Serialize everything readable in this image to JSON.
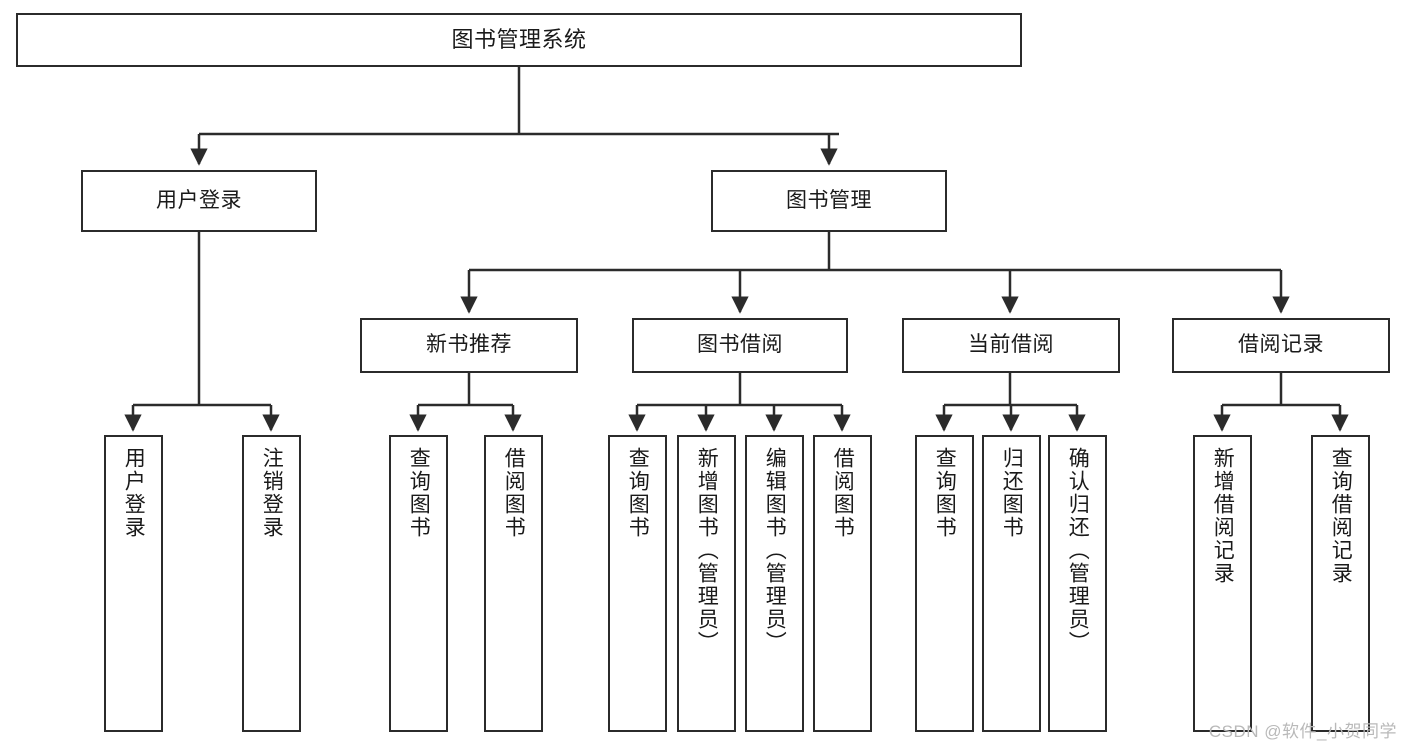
{
  "diagram": {
    "title": "图书管理系统",
    "type": "hierarchy-tree",
    "levels": 4,
    "colors": {
      "box_border": "#2b2b2b",
      "box_fill": "#ffffff",
      "connector": "#2b2b2b",
      "background": "#ffffff",
      "watermark": "#b9b9b9"
    }
  },
  "root": {
    "label": "图书管理系统"
  },
  "level2": [
    {
      "label": "用户登录"
    },
    {
      "label": "图书管理"
    }
  ],
  "level3": [
    {
      "label": "新书推荐"
    },
    {
      "label": "图书借阅"
    },
    {
      "label": "当前借阅"
    },
    {
      "label": "借阅记录"
    }
  ],
  "leaves": {
    "user_login": [
      {
        "label": "用户登录"
      },
      {
        "label": "注销登录"
      }
    ],
    "new_book_recommend": [
      {
        "label": "查询图书"
      },
      {
        "label": "借阅图书"
      }
    ],
    "book_borrow": [
      {
        "label": "查询图书"
      },
      {
        "label": "新增图书（管理员）"
      },
      {
        "label": "编辑图书（管理员）"
      },
      {
        "label": "借阅图书"
      }
    ],
    "current_borrow": [
      {
        "label": "查询图书"
      },
      {
        "label": "归还图书"
      },
      {
        "label": "确认归还（管理员）"
      }
    ],
    "borrow_record": [
      {
        "label": "新增借阅记录"
      },
      {
        "label": "查询借阅记录"
      }
    ]
  },
  "watermark": {
    "text": "CSDN @软件_小贺同学"
  }
}
